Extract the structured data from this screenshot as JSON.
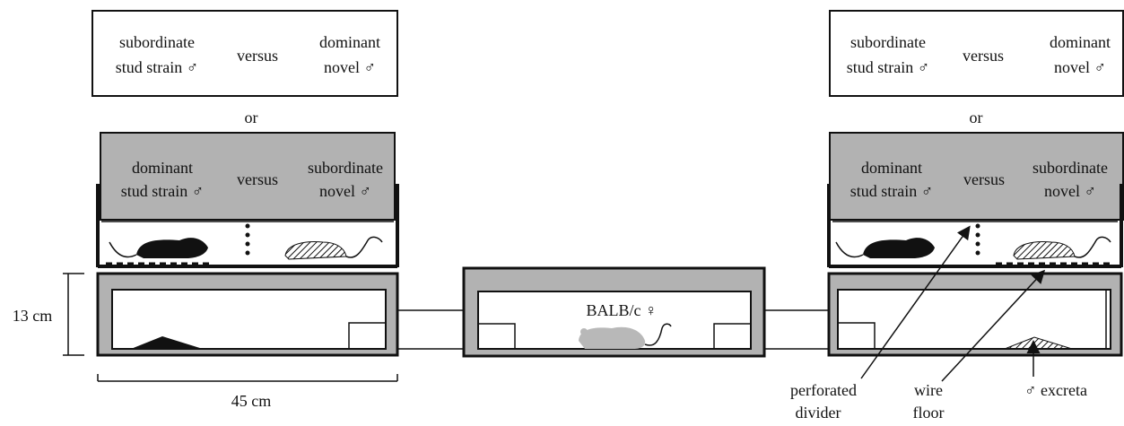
{
  "left_setup": {
    "option_a": {
      "left_top": "subordinate",
      "left_bottom": "stud strain ♂",
      "middle": "versus",
      "right_top": "dominant",
      "right_bottom": "novel ♂"
    },
    "or_label": "or",
    "option_b": {
      "left_top": "dominant",
      "left_bottom": "stud strain ♂",
      "middle": "versus",
      "right_top": "subordinate",
      "right_bottom": "novel ♂"
    }
  },
  "right_setup": {
    "option_a": {
      "left_top": "subordinate",
      "left_bottom": "stud strain ♂",
      "middle": "versus",
      "right_top": "dominant",
      "right_bottom": "novel ♂"
    },
    "or_label": "or",
    "option_b": {
      "left_top": "dominant",
      "left_bottom": "stud strain ♂",
      "middle": "versus",
      "right_top": "subordinate",
      "right_bottom": "novel ♂"
    }
  },
  "center_cage": {
    "label": "BALB/c ♀"
  },
  "dimensions": {
    "height": "13 cm",
    "width": "45 cm"
  },
  "callouts": {
    "divider_top": "perforated",
    "divider_bottom": "divider",
    "floor_top": "wire",
    "floor_bottom": "floor",
    "excreta": "♂ excreta"
  },
  "colors": {
    "grey_fill": "#b2b2b2",
    "mouse_black": "#111111",
    "mouse_grey": "#b8b8b8"
  }
}
